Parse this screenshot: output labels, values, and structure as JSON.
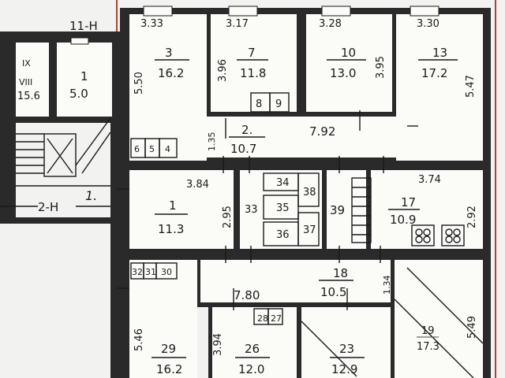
{
  "rooms": [
    {
      "id": "stair-IX",
      "number": "IX",
      "area": ""
    },
    {
      "id": "stair-VIII",
      "number": "VIII",
      "area": "15.6"
    },
    {
      "id": "r1-top",
      "number": "1",
      "area": "5.0"
    },
    {
      "id": "r3",
      "number": "3",
      "area": "16.2"
    },
    {
      "id": "r7",
      "number": "7",
      "area": "11.8"
    },
    {
      "id": "r10",
      "number": "10",
      "area": "13.0"
    },
    {
      "id": "r13",
      "number": "13",
      "area": "17.2"
    },
    {
      "id": "r2",
      "number": "2.",
      "area": "10.7"
    },
    {
      "id": "r1-mid",
      "number": "1",
      "area": "11.3"
    },
    {
      "id": "r17",
      "number": "17",
      "area": "10.9"
    },
    {
      "id": "r18",
      "number": "18",
      "area": "10.5"
    },
    {
      "id": "r19",
      "number": "19",
      "area": "17.3"
    },
    {
      "id": "r29",
      "number": "29",
      "area": "16.2"
    },
    {
      "id": "r26",
      "number": "26",
      "area": "12.0"
    },
    {
      "id": "r23",
      "number": "23",
      "area": "12.9"
    }
  ],
  "small_rooms": [
    "8",
    "9",
    "6",
    "5",
    "4",
    "34",
    "38",
    "33",
    "35",
    "39",
    "36",
    "37",
    "32",
    "31",
    "30",
    "28",
    "27"
  ],
  "dimensions": [
    "3.33",
    "3.17",
    "3.28",
    "3.30",
    "5.50",
    "3.96",
    "3.95",
    "5.47",
    "7.92",
    "1.35",
    "3.84",
    "3.74",
    "2.95",
    "2.92",
    "7.80",
    "1.34",
    "5.46",
    "3.94",
    "5.49"
  ],
  "labels": {
    "top_axis": "11-H",
    "left_axis": "2-H",
    "axis_one": "1."
  }
}
